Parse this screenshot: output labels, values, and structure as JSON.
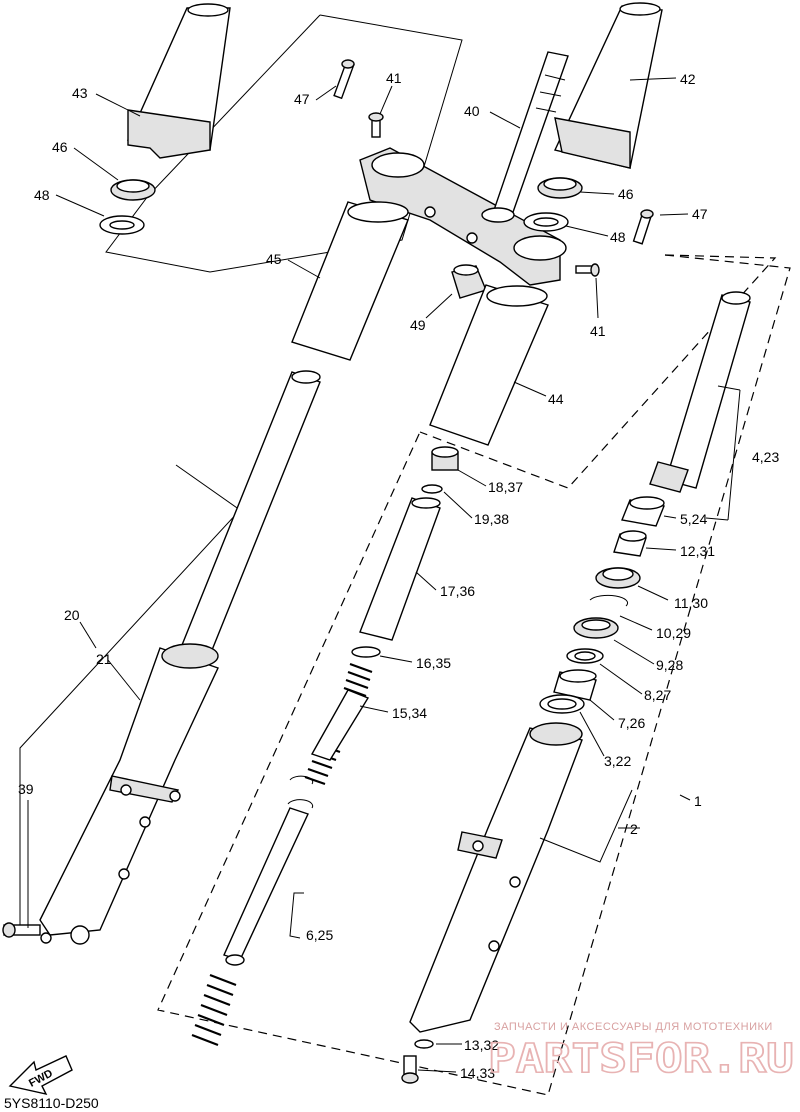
{
  "diagram": {
    "code": "5YS8110-D250",
    "fwd_label": "FWD",
    "watermark": {
      "tagline": "ЗАПЧАСТИ И АКСЕССУАРЫ ДЛЯ МОТОТЕХНИКИ",
      "brand": "PARTSFOR.RU"
    },
    "callouts": {
      "c43": "43",
      "c46a": "46",
      "c48a": "48",
      "c47a": "47",
      "c41a": "41",
      "c40": "40",
      "c42": "42",
      "c46b": "46",
      "c47b": "47",
      "c48b": "48",
      "c45": "45",
      "c49": "49",
      "c41b": "41",
      "c44": "44",
      "c4_23": "4,23",
      "c18_37": "18,37",
      "c19_38": "19,38",
      "c5_24": "5,24",
      "c12_31": "12,31",
      "c17_36": "17,36",
      "c11_30": "11,30",
      "c10_29": "10,29",
      "c20": "20",
      "c21": "21",
      "c16_35": "16,35",
      "c9_28": "9,28",
      "c8_27": "8,27",
      "c15_34": "15,34",
      "c7_26": "7,26",
      "c3_22": "3,22",
      "c39": "39",
      "c1": "1",
      "c2": "2",
      "c6_25": "6,25",
      "c13_32": "13,32",
      "c14_33": "14,33"
    }
  }
}
